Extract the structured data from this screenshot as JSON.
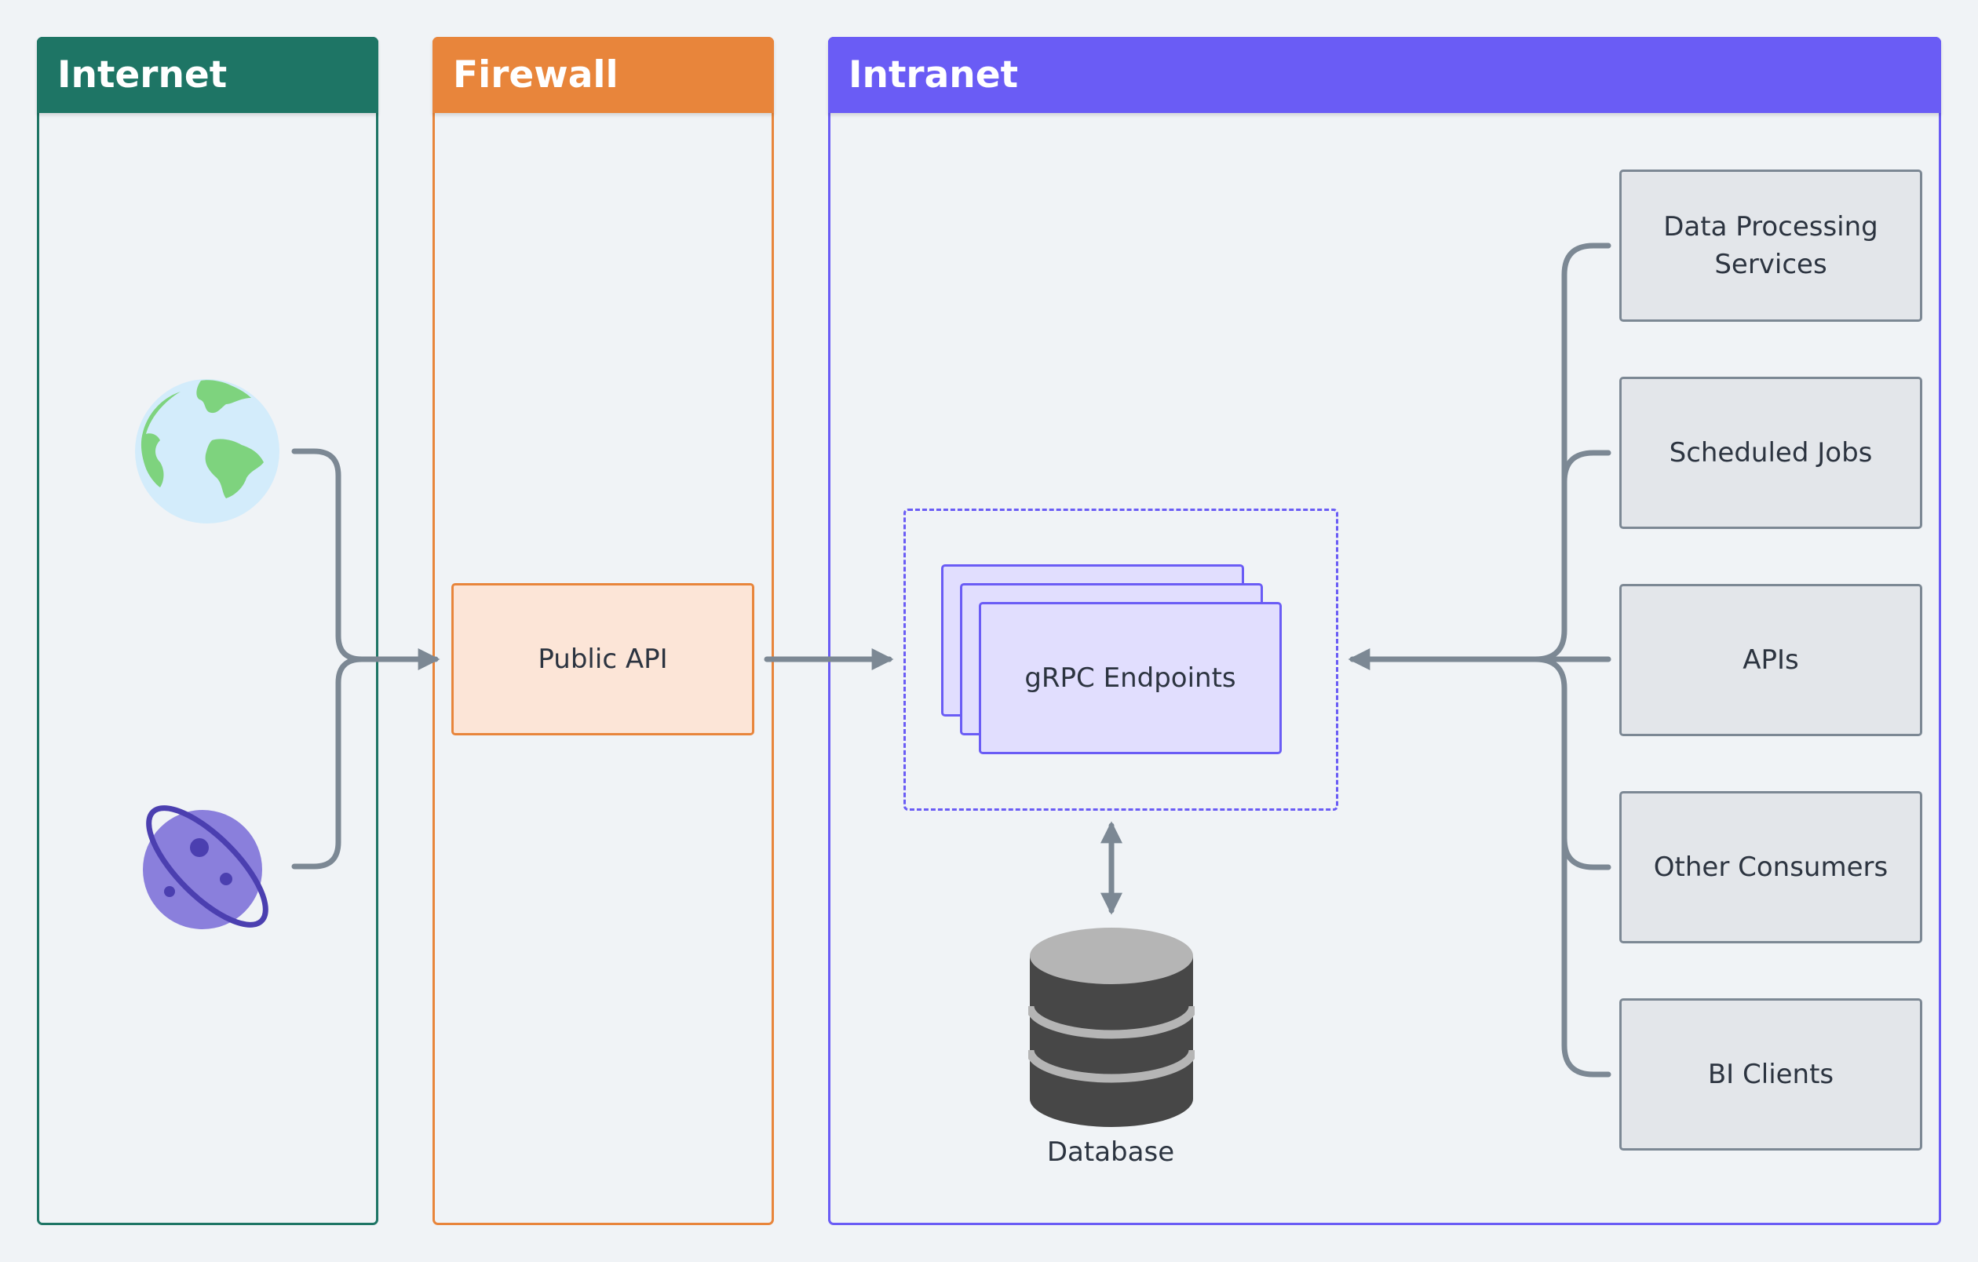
{
  "lanes": {
    "internet": {
      "title": "Internet",
      "color": "#1e7565"
    },
    "firewall": {
      "title": "Firewall",
      "color": "#e8853b"
    },
    "intranet": {
      "title": "Intranet",
      "color": "#6a5cf5"
    }
  },
  "nodes": {
    "public_api": "Public API",
    "grpc_endpoints": "gRPC Endpoints",
    "database": "Database"
  },
  "consumers": [
    "Data Processing Services",
    "Scheduled Jobs",
    "APIs",
    "Other Consumers",
    "BI Clients"
  ],
  "icons": {
    "internet_client": "globe-icon",
    "external_client": "planet-icon",
    "storage": "database-icon"
  },
  "colors": {
    "background": "#f0f3f6",
    "connector": "#7c8894",
    "public_api_fill": "#fce5d7",
    "grpc_fill": "#e1defe",
    "consumer_fill": "#e3e6ea"
  }
}
